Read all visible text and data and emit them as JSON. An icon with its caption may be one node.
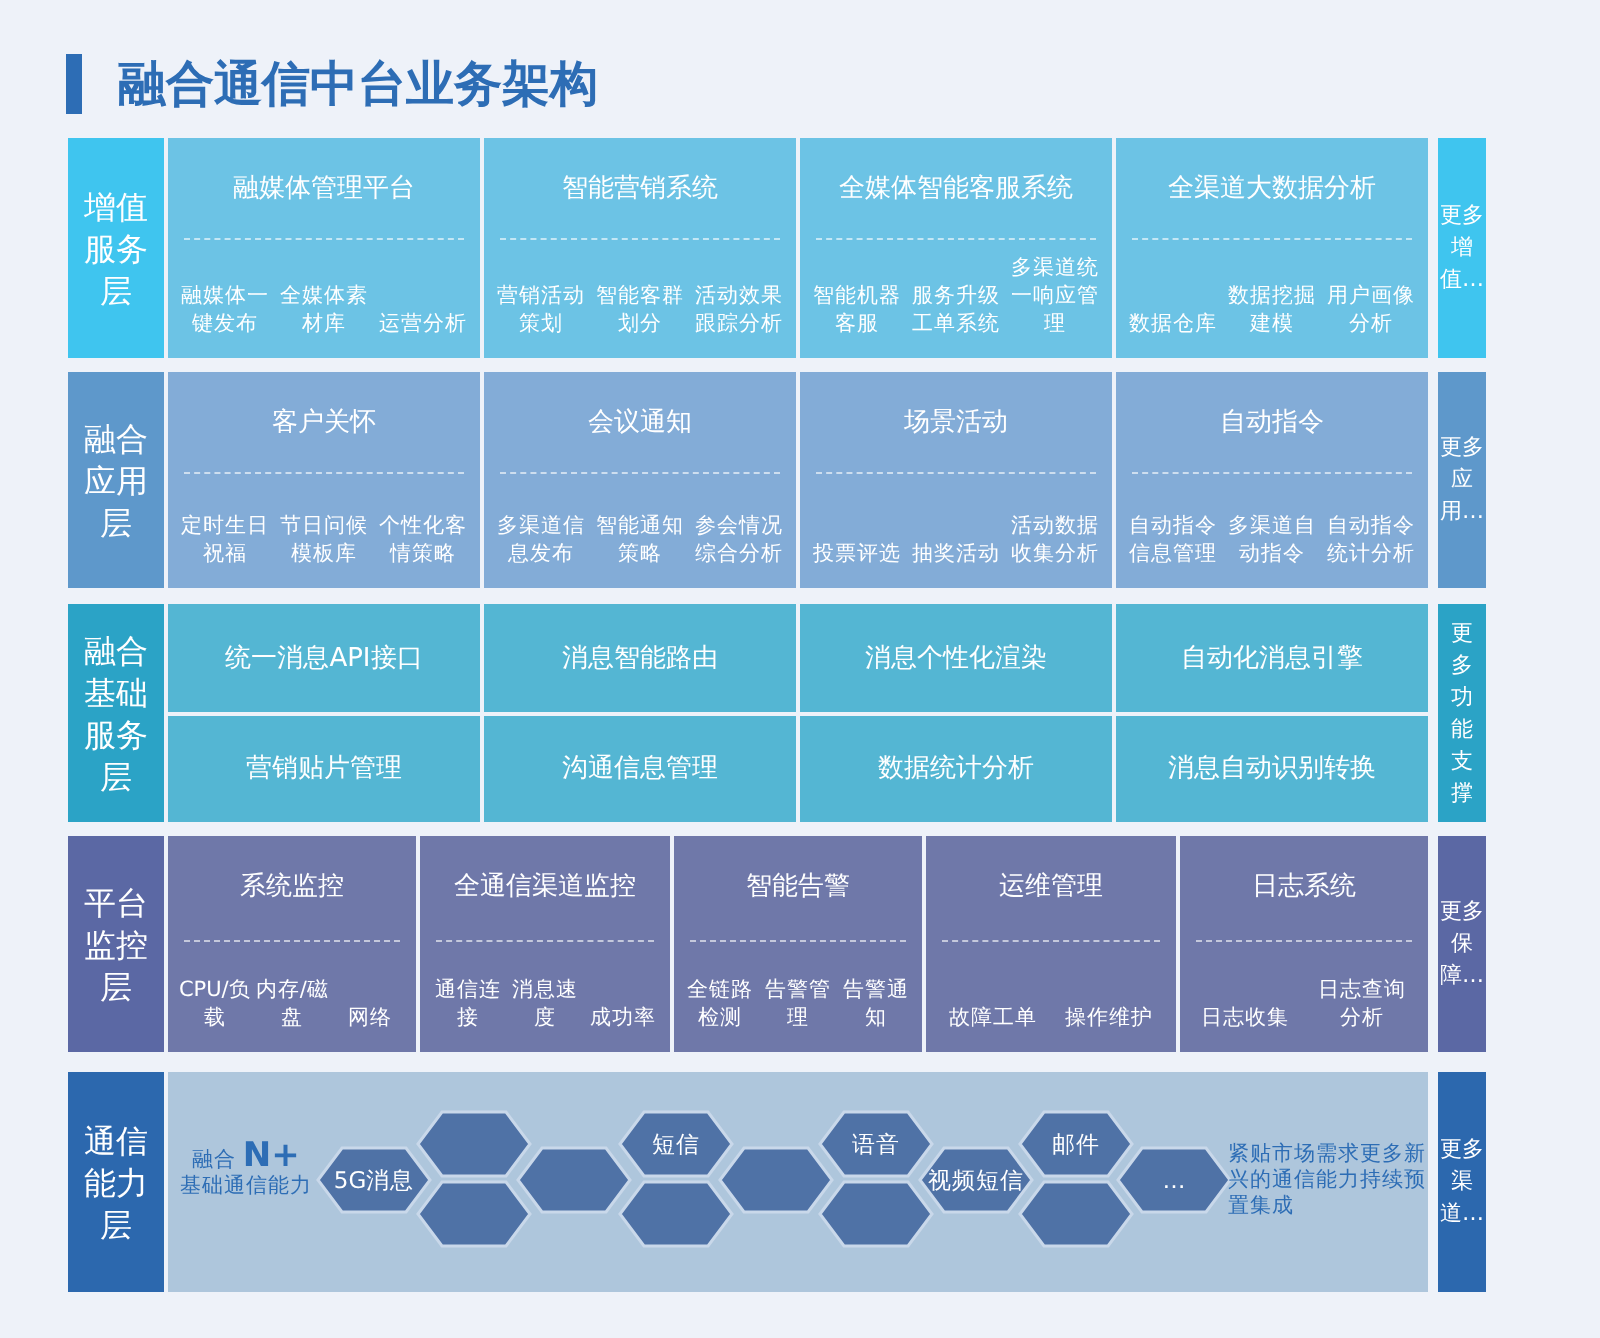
{
  "diagram": {
    "title": "融合通信中台业务架构",
    "nodes": [
      {
        "text": [
          "增值服务层"
        ]
      },
      {
        "text": [
          "融媒体管理平台",
          "融媒体一键发布",
          "全媒体素材库",
          "运营分析"
        ]
      },
      {
        "text": [
          "智能营销系统",
          "营销活动策划",
          "智能客群划分",
          "活动效果跟踪分析"
        ]
      },
      {
        "text": [
          "全媒体智能客服系统",
          "智能机器客服",
          "服务升级工单系统",
          "多渠道统一响应管理"
        ]
      },
      {
        "text": [
          "全渠道大数据分析",
          "数据仓库",
          "数据挖掘建模",
          "用户画像分析"
        ]
      },
      {
        "text": [
          "更多增值…"
        ]
      },
      {
        "text": [
          "融合应用层"
        ]
      },
      {
        "text": [
          "客户关怀",
          "定时生日祝福",
          "节日问候模板库",
          "个性化客情策略"
        ]
      },
      {
        "text": [
          "会议通知",
          "多渠道信息发布",
          "智能通知策略",
          "参会情况综合分析"
        ]
      },
      {
        "text": [
          "场景活动",
          "投票评选",
          "抽奖活动",
          "活动数据收集分析"
        ]
      },
      {
        "text": [
          "自动指令",
          "自动指令信息管理",
          "多渠道自动指令",
          "自动指令统计分析"
        ]
      },
      {
        "text": [
          "更多应用…"
        ]
      },
      {
        "text": [
          "融合基础服务层"
        ]
      },
      {
        "text": [
          "统一消息API接口"
        ]
      },
      {
        "text": [
          "消息智能路由"
        ]
      },
      {
        "text": [
          "消息个性化渲染"
        ]
      },
      {
        "text": [
          "自动化消息引擎"
        ]
      },
      {
        "text": [
          "营销贴片管理"
        ]
      },
      {
        "text": [
          "沟通信息管理"
        ]
      },
      {
        "text": [
          "数据统计分析"
        ]
      },
      {
        "text": [
          "消息自动识别转换"
        ]
      },
      {
        "text": [
          "更多功能支撑"
        ]
      },
      {
        "text": [
          "平台监控层"
        ]
      },
      {
        "text": [
          "系统监控",
          "CPU/负载",
          "内存/磁盘",
          "网络"
        ]
      },
      {
        "text": [
          "全通信渠道监控",
          "通信连接",
          "消息速度",
          "成功率"
        ]
      },
      {
        "text": [
          "智能告警",
          "全链路检测",
          "告警管理",
          "告警通知"
        ]
      },
      {
        "text": [
          "运维管理",
          "故障工单",
          "操作维护"
        ]
      },
      {
        "text": [
          "日志系统",
          "日志收集",
          "日志查询分析"
        ]
      },
      {
        "text": [
          "更多保障…"
        ]
      },
      {
        "text": [
          "通信能力层"
        ]
      },
      {
        "text": [
          "5G消息"
        ]
      },
      {
        "text": [],
        "shape": "hexagon"
      },
      {
        "text": [],
        "shape": "hexagon"
      },
      {
        "text": [],
        "shape": "hexagon"
      },
      {
        "text": [
          "短信"
        ]
      },
      {
        "text": [],
        "shape": "hexagon"
      },
      {
        "text": [],
        "shape": "hexagon"
      },
      {
        "text": [
          "语音"
        ]
      },
      {
        "text": [],
        "shape": "hexagon"
      },
      {
        "text": [
          "视频短信"
        ]
      },
      {
        "text": [
          "邮件"
        ]
      },
      {
        "text": [],
        "shape": "hexagon"
      },
      {
        "text": [
          "…"
        ]
      },
      {
        "text": [
          "更多渠道…"
        ]
      }
    ],
    "labels": [
      "融合 **N+**基础通信能力",
      "紧贴市场需求更多新兴的通信能力持续预置集成"
    ]
  }
}
